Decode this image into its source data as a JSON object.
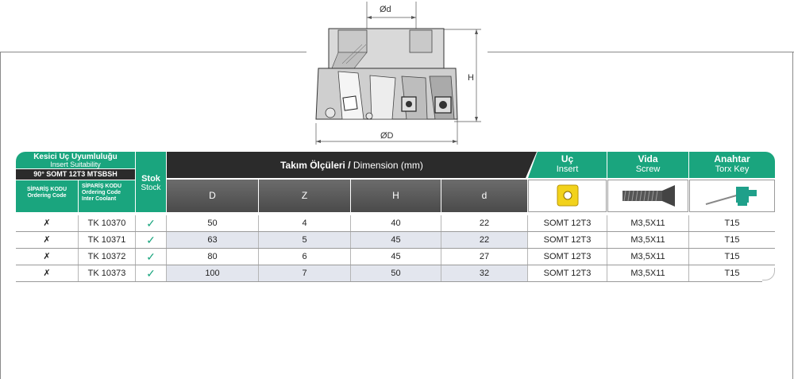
{
  "drawing": {
    "label_small_d": "Ød",
    "label_large_d": "ØD",
    "label_h": "H"
  },
  "header": {
    "insert_suitability_tr": "Kesici Uç Uyumluluğu",
    "insert_suitability_en": "Insert Suitability",
    "insert_type": "90° SOMT 12T3 MTSBSH",
    "ordering_code_tr": "SİPARİŞ KODU",
    "ordering_code_en": "Ordering Code",
    "ordering_code_cool_tr": "SİPARİŞ KODU",
    "ordering_code_cool_en": "Ordering Code",
    "ordering_code_cool_en2": "Inter Coolant",
    "stock_tr": "Stok",
    "stock_en": "Stock",
    "dimension_tr": "Takım Ölçüleri /",
    "dimension_en": " Dimension (mm)",
    "insert_tr": "Uç",
    "insert_en": "Insert",
    "screw_tr": "Vida",
    "screw_en": "Screw",
    "key_tr": "Anahtar",
    "key_en": "Torx Key",
    "col_d_big": "D",
    "col_z": "Z",
    "col_h": "H",
    "col_d_small": "d"
  },
  "rows": [
    {
      "cross": "✗",
      "code": "TK 10370",
      "stock": "✓",
      "D": "50",
      "Z": "4",
      "H": "40",
      "d": "22",
      "insert": "SOMT 12T3",
      "screw": "M3,5X11",
      "key": "T15"
    },
    {
      "cross": "✗",
      "code": "TK 10371",
      "stock": "✓",
      "D": "63",
      "Z": "5",
      "H": "45",
      "d": "22",
      "insert": "SOMT 12T3",
      "screw": "M3,5X11",
      "key": "T15"
    },
    {
      "cross": "✗",
      "code": "TK 10372",
      "stock": "✓",
      "D": "80",
      "Z": "6",
      "H": "45",
      "d": "27",
      "insert": "SOMT 12T3",
      "screw": "M3,5X11",
      "key": "T15"
    },
    {
      "cross": "✗",
      "code": "TK 10373",
      "stock": "✓",
      "D": "100",
      "Z": "7",
      "H": "50",
      "d": "32",
      "insert": "SOMT 12T3",
      "screw": "M3,5X11",
      "key": "T15"
    }
  ],
  "colors": {
    "teal": "#1aa57e",
    "dark": "#2b2b2b",
    "row_shade": "#e3e6ee",
    "insert_yellow": "#f2d21b",
    "key_teal": "#1fa08a"
  },
  "icons": [
    "insert-square-icon",
    "screw-icon",
    "torx-key-icon"
  ]
}
